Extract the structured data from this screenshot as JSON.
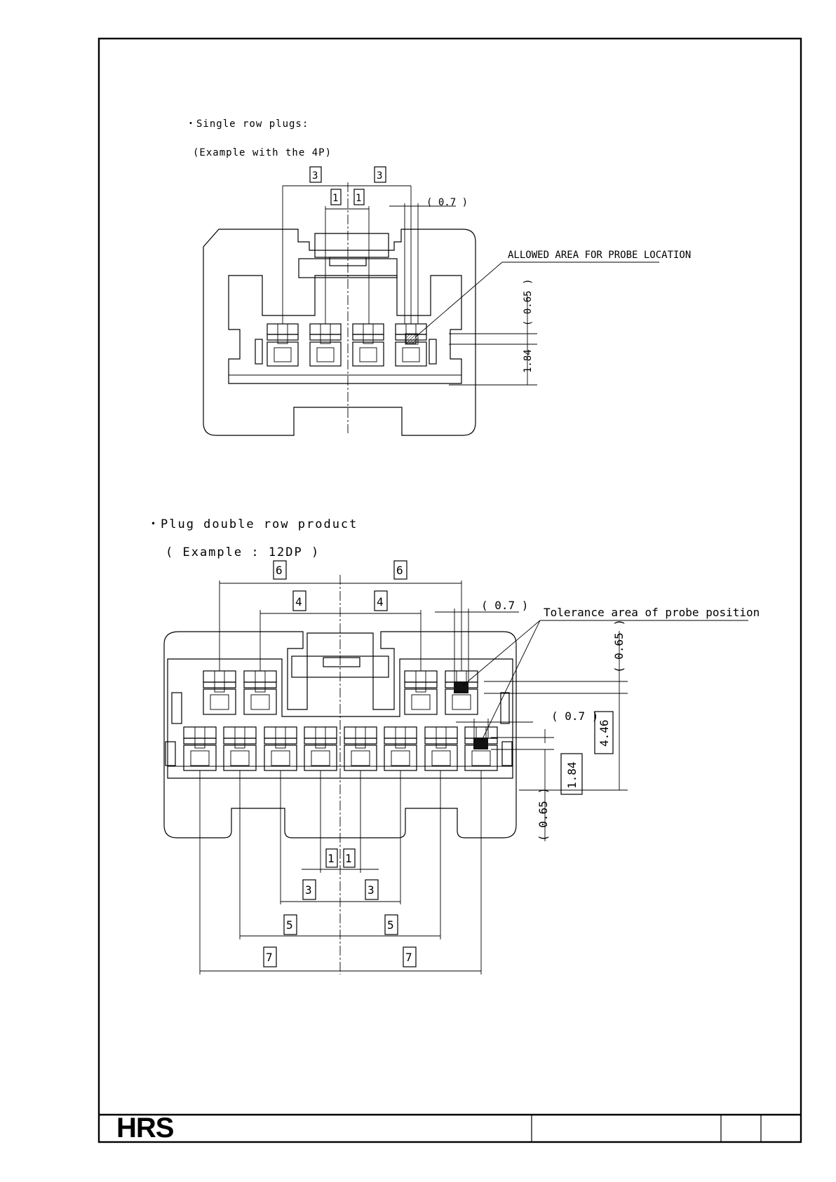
{
  "logo": "HRS",
  "single_row": {
    "title": "・Single row plugs:",
    "subtitle": "(Example with the 4P)",
    "probe_label": "ALLOWED AREA FOR PROBE LOCATION",
    "dims": {
      "pitch_outer": "3",
      "pitch_inner": "1",
      "probe_width": "( 0.7 )",
      "probe_height": "( 0.65 )",
      "height": "1.84"
    }
  },
  "double_row": {
    "title": "・Plug double row product",
    "subtitle": "( Example : 12DP )",
    "probe_label": "Tolerance area of probe position",
    "dims": {
      "top_outer": "6",
      "top_inner": "4",
      "probe_width_top": "( 0.7 )",
      "probe_width_bottom": "( 0.7 )",
      "probe_height_top": "( 0.65 )",
      "probe_height_bottom": "( 0.65 )",
      "height_total": "4.46",
      "height_bottom": "1.84",
      "bottom_1": "1",
      "bottom_3": "3",
      "bottom_5": "5",
      "bottom_7": "7"
    }
  }
}
